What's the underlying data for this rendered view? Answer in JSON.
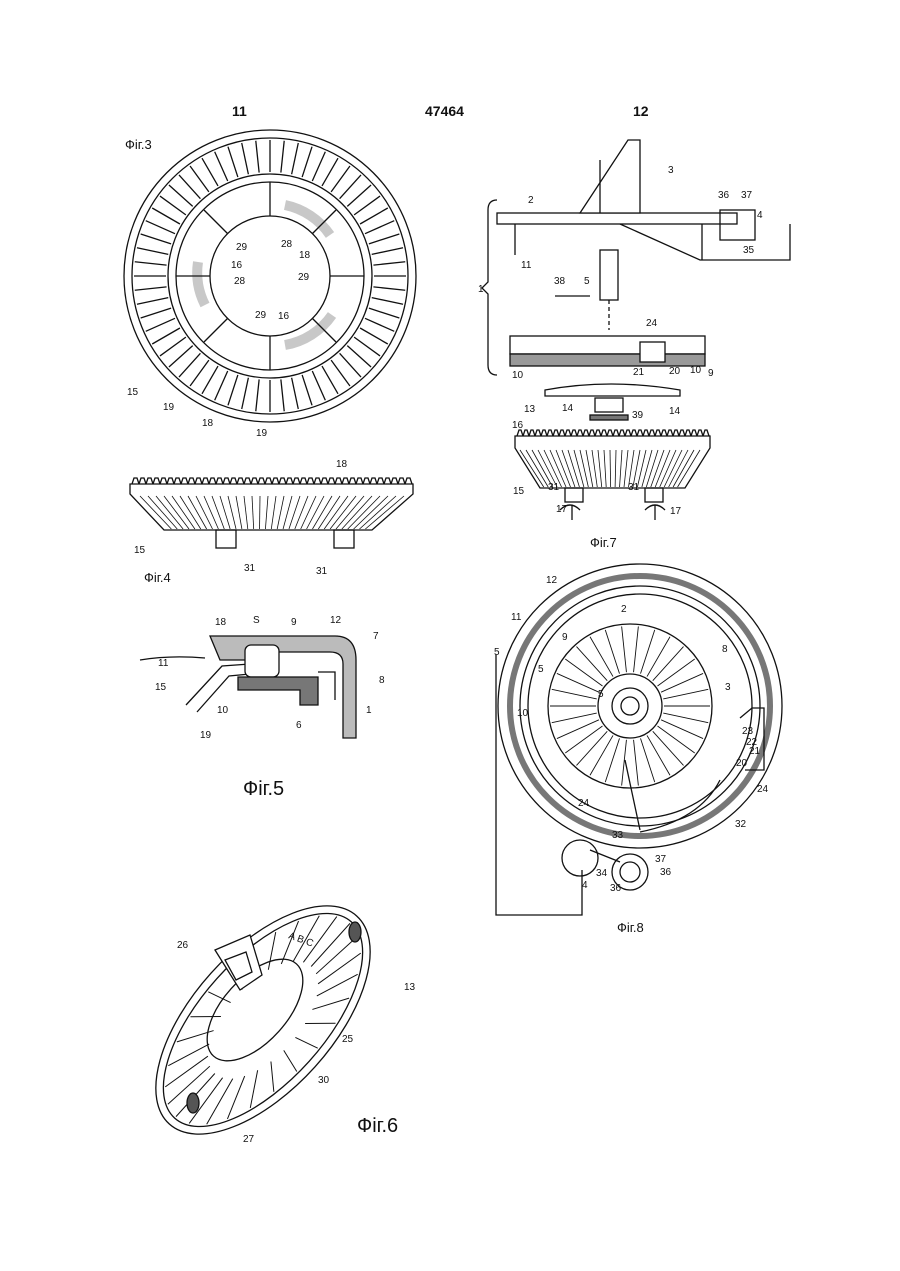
{
  "header": {
    "page_left": "11",
    "patent_number": "47464",
    "page_right": "12"
  },
  "figures": {
    "fig3": {
      "label": "Фіг.3",
      "refs": [
        "29",
        "28",
        "16",
        "18",
        "28",
        "29",
        "29",
        "16",
        "15",
        "19",
        "18",
        "19"
      ]
    },
    "fig4": {
      "label": "Фіг.4",
      "refs": [
        "18",
        "15",
        "31",
        "31"
      ]
    },
    "fig5": {
      "label": "Фіг.5",
      "refs": [
        "18",
        "S",
        "9",
        "12",
        "7",
        "11",
        "8",
        "15",
        "10",
        "19",
        "6",
        "1"
      ]
    },
    "fig6": {
      "label": "Фіг.6",
      "refs": [
        "26",
        "13",
        "25",
        "30",
        "27"
      ],
      "letters": [
        "A B C"
      ]
    },
    "fig7": {
      "label": "Фіг.7",
      "refs": [
        "3",
        "36",
        "37",
        "2",
        "4",
        "35",
        "11",
        "5",
        "1",
        "38",
        "24",
        "10",
        "21",
        "20",
        "10",
        "9",
        "13",
        "14",
        "39",
        "14",
        "16",
        "15",
        "31",
        "31",
        "17",
        "17"
      ]
    },
    "fig8": {
      "label": "Фіг.8",
      "refs": [
        "12",
        "2",
        "11",
        "9",
        "5",
        "5",
        "8",
        "10",
        "5",
        "3",
        "23",
        "22",
        "21",
        "20",
        "24",
        "24",
        "32",
        "33",
        "37",
        "34",
        "36",
        "36",
        "4"
      ]
    }
  }
}
